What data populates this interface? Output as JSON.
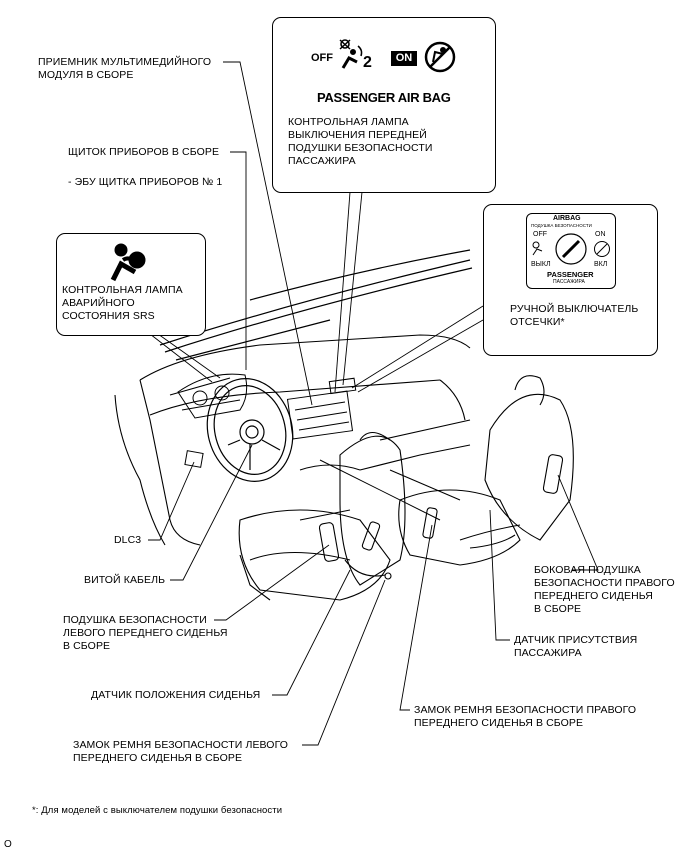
{
  "labels": {
    "multimedia": "ПРИЕМНИК МУЛЬТИМЕДИЙНОГО\nМОДУЛЯ В СБОРЕ",
    "combination_meter": "ЩИТОК ПРИБОРОВ В СБОРЕ",
    "meter_ecu": "- ЭБУ ЩИТКА ПРИБОРОВ № 1",
    "srs_warning": "КОНТРОЛЬНАЯ ЛАМПА\nАВАРИЙНОГО\nСОСТОЯНИЯ SRS",
    "passenger_airbag_title": "PASSENGER AIR BAG",
    "passenger_airbag_lamp": "КОНТРОЛЬНАЯ ЛАМПА\nВЫКЛЮЧЕНИЯ ПЕРЕДНЕЙ\nПОДУШКИ БЕЗОПАСНОСТИ\nПАССАЖИРА",
    "off_text": "OFF",
    "on_text": "ON",
    "manual_switch": "РУЧНОЙ ВЫКЛЮЧАТЕЛЬ\nОТСЕЧКИ*",
    "switch_airbag": "AIRBAG",
    "switch_airbag_sub": "ПОДУШКА БЕЗОПАСНОСТИ",
    "switch_off": "OFF",
    "switch_on": "ON",
    "switch_vykl": "ВЫКЛ",
    "switch_vkl": "ВКЛ",
    "switch_passenger": "PASSENGER",
    "switch_passenger_sub": "ПАССАЖИРА",
    "dlc3": "DLC3",
    "spiral_cable": "ВИТОЙ КАБЕЛЬ",
    "left_seat_airbag": "ПОДУШКА БЕЗОПАСНОСТИ\nЛЕВОГО ПЕРЕДНЕГО СИДЕНЬЯ\nВ СБОРЕ",
    "seat_position": "ДАТЧИК ПОЛОЖЕНИЯ СИДЕНЬЯ",
    "left_buckle": "ЗАМОК РЕМНЯ БЕЗОПАСНОСТИ ЛЕВОГО\nПЕРЕДНЕГО СИДЕНЬЯ В СБОРЕ",
    "right_buckle": "ЗАМОК РЕМНЯ БЕЗОПАСНОСТИ ПРАВОГО\nПЕРЕДНЕГО СИДЕНЬЯ В СБОРЕ",
    "occupant_sensor": "ДАТЧИК ПРИСУТСТВИЯ\nПАССАЖИРА",
    "right_side_airbag": "БОКОВАЯ ПОДУШКА\nБЕЗОПАСНОСТИ ПРАВОГО\nПЕРЕДНЕГО СИДЕНЬЯ\nВ СБОРЕ",
    "footnote": "*: Для моделей с выключателем подушки безопасности",
    "corner": "O"
  }
}
